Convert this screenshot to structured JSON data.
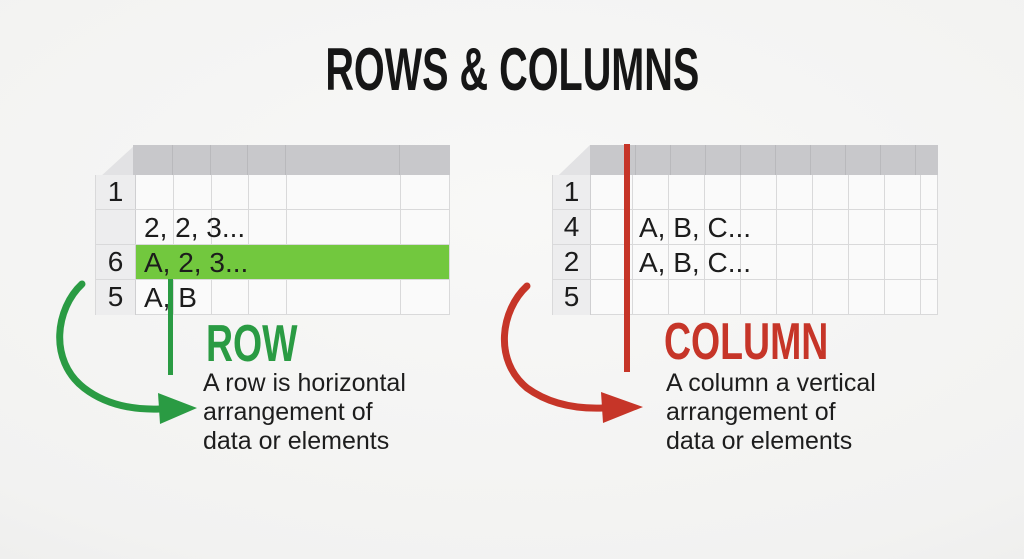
{
  "title": "ROWS & COLUMNS",
  "colors": {
    "green_highlight": "#72c83e",
    "green_accent": "#2a9b43",
    "red_accent": "#c63528",
    "header_gray": "#c8c8cb",
    "row_number_bg": "#ededee",
    "cell_bg": "#fafafa",
    "text": "#1c1c1c"
  },
  "row_section": {
    "heading": "ROW",
    "description": "A row is horizontal\narrangement of\ndata or elements",
    "table": {
      "row_headers": [
        "1",
        "",
        "6",
        "5"
      ],
      "row_values": [
        "",
        "2, 2, 3...",
        "A, 2, 3...",
        "A, B"
      ],
      "highlighted_row_number": "6",
      "highlighted_row_value": "A, 2, 3..."
    }
  },
  "column_section": {
    "heading": "COLUMN",
    "description": "A column a vertical\narrangement of\ndata or elements",
    "table": {
      "row_headers": [
        "1",
        "4",
        "2",
        "5"
      ],
      "row_values": [
        "",
        "A, B, C...",
        "A, B, C...",
        ""
      ]
    }
  }
}
